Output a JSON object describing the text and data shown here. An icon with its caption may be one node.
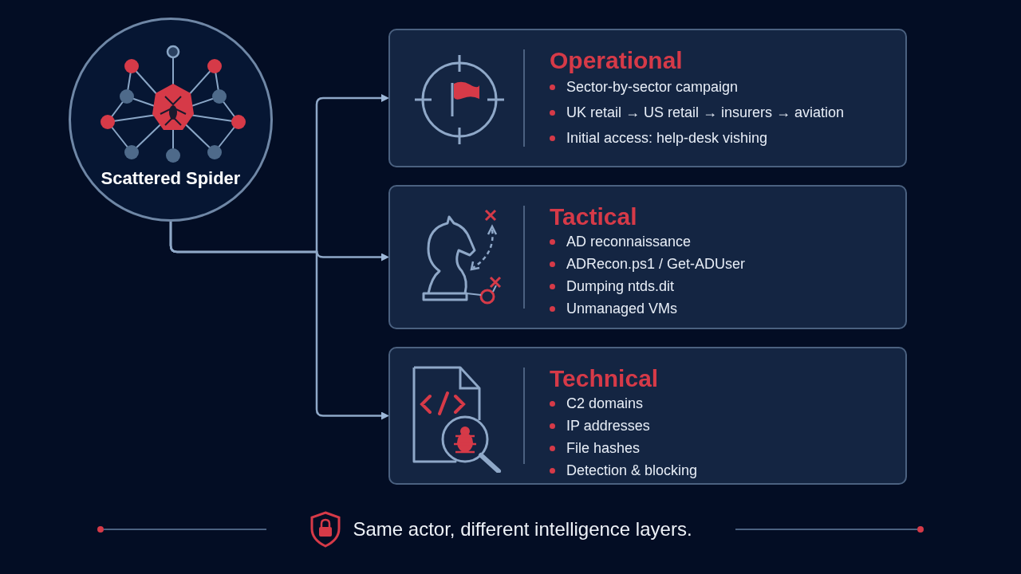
{
  "diagram": {
    "caption": "Same actor, different intelligence layers.",
    "nodes": [
      {
        "text": [
          "Scattered Spider"
        ]
      },
      {
        "text": [
          "Operational",
          "Sector-by-sector campaign",
          "UK retail → US retail → insurers → aviation",
          "Initial access: help-desk vishing"
        ]
      },
      {
        "text": [
          "Tactical",
          "AD reconnaissance",
          "ADRecon.ps1 / Get-ADUser",
          "Dumping ntds.dit",
          "Unmanaged VMs"
        ]
      },
      {
        "text": [
          "Technical",
          "C2 domains",
          "IP addresses",
          "File hashes",
          "Detection & blocking"
        ]
      }
    ],
    "edges": [
      {
        "from": 0,
        "to": 1,
        "arrow": "to"
      },
      {
        "from": 0,
        "to": 2,
        "arrow": "to"
      },
      {
        "from": 0,
        "to": 3,
        "arrow": "to"
      }
    ]
  }
}
